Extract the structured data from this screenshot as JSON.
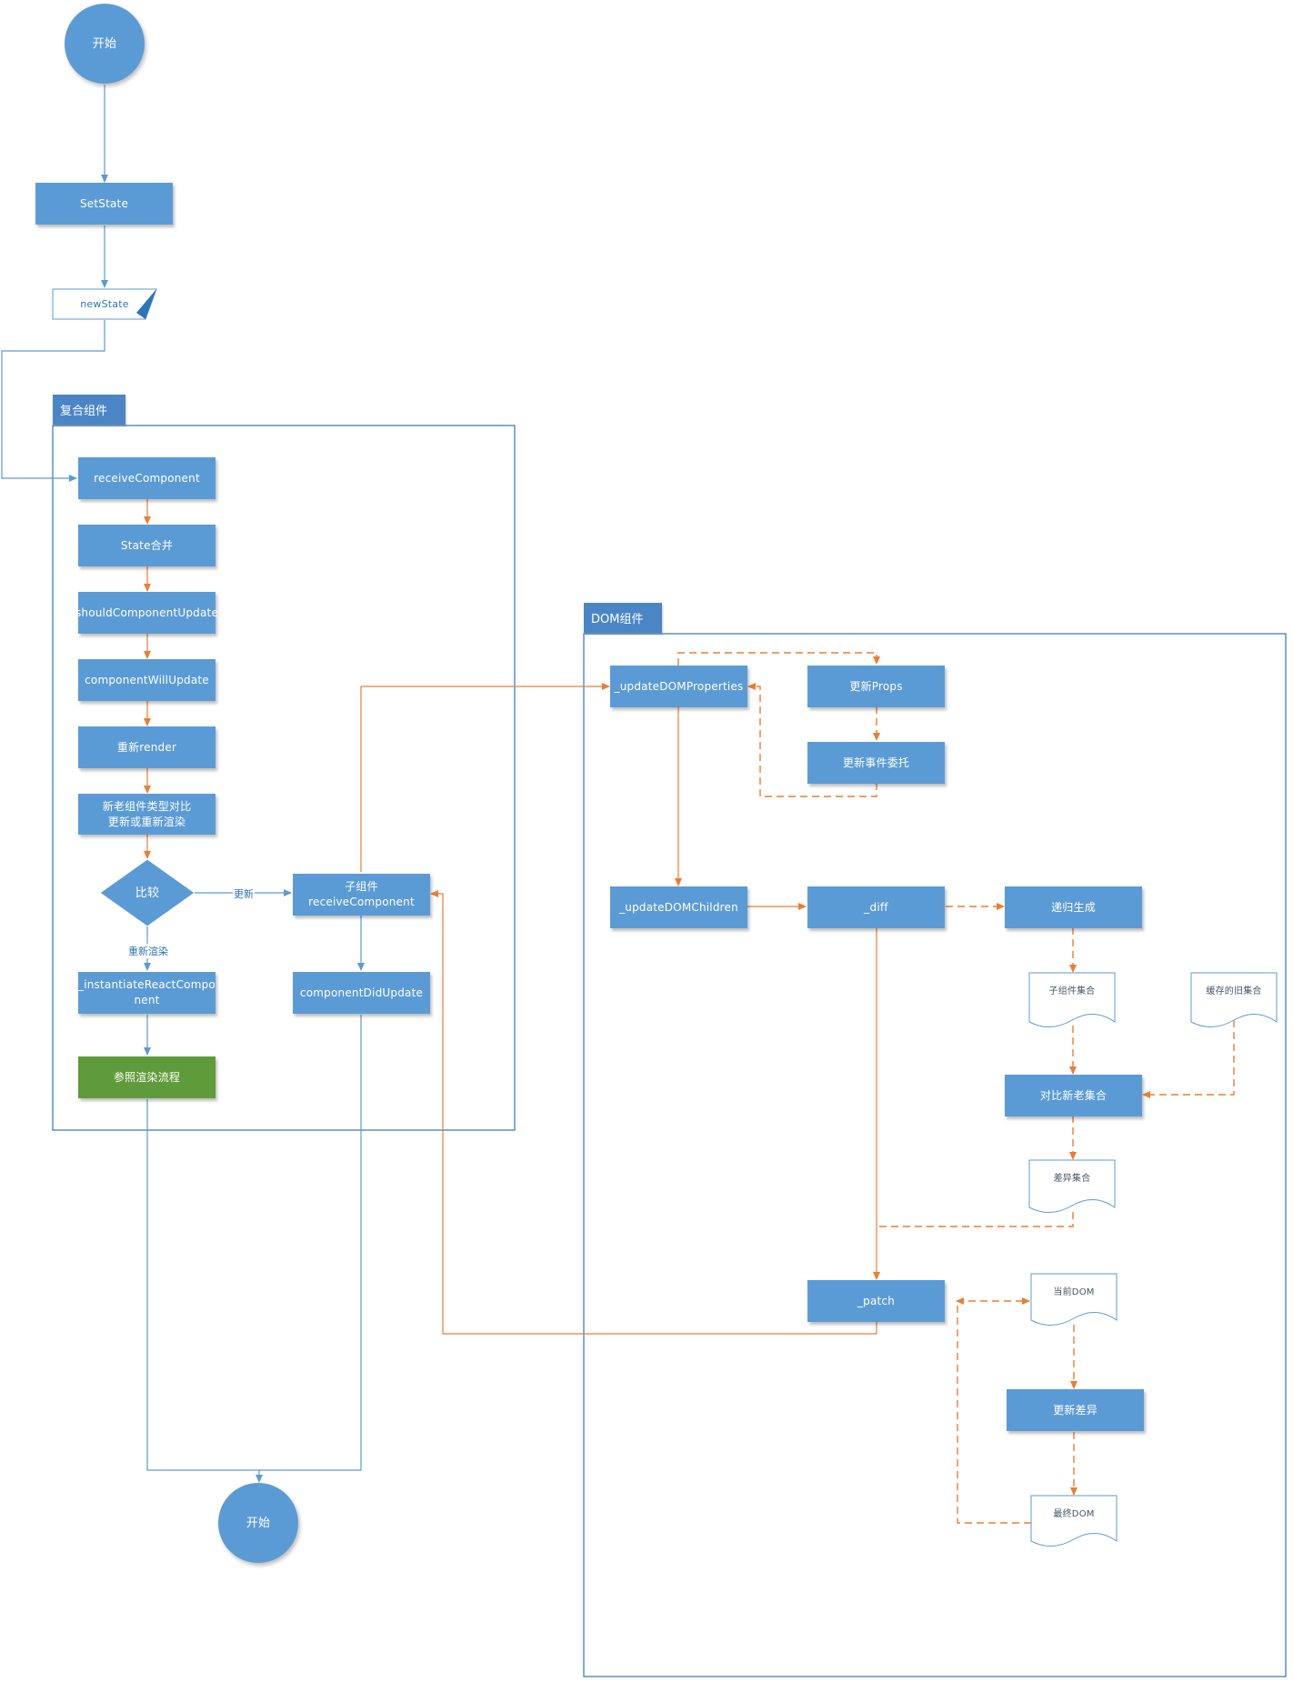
{
  "colors": {
    "box_fill": "#5b9bd5",
    "green_fill": "#5f9b3a",
    "container_border": "#2e75b6",
    "container_tab": "#4a86c5",
    "blue_edge": "#5b9bd5",
    "orange_edge": "#ed7d31"
  },
  "containers": {
    "composite": {
      "title": "复合组件"
    },
    "dom": {
      "title": "DOM组件"
    }
  },
  "nodes": {
    "start_top": "开始",
    "setstate": "SetState",
    "newstate": "newState",
    "receive_component": "receiveComponent",
    "state_merge": "State合并",
    "should_update": "shouldComponentUpdate",
    "will_update": "componentWillUpdate",
    "rerender": "重新render",
    "compare_types": "新老组件类型对比\n更新或重新渲染",
    "compare": "比较",
    "child_receive": "子组件\nreceiveComponent",
    "instantiate": "_instantiateReactCompo\nnent",
    "did_update": "componentDidUpdate",
    "render_flow": "参照渲染流程",
    "start_bottom": "开始",
    "update_dom_props": "_updateDOMProperties",
    "update_props": "更新Props",
    "update_event": "更新事件委托",
    "update_dom_children": "_updateDOMChildren",
    "diff": "_diff",
    "recursive_gen": "递归生成",
    "child_set": "子组件集合",
    "cached_set": "缓存的旧集合",
    "compare_sets": "对比新老集合",
    "diff_set": "差异集合",
    "patch": "_patch",
    "current_dom": "当前DOM",
    "update_diff": "更新差异",
    "final_dom": "最终DOM"
  },
  "edge_labels": {
    "update": "更新",
    "rerender": "重新渲染"
  }
}
